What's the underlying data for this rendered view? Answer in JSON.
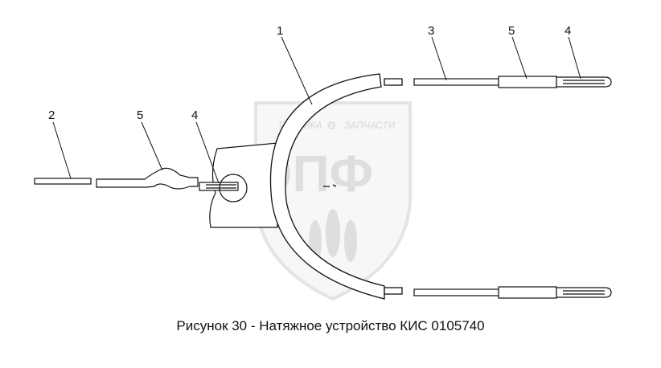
{
  "callouts": {
    "c1": "1",
    "c2": "2",
    "c3": "3",
    "c4_top": "4",
    "c4_left": "4",
    "c5_top": "5",
    "c5_left": "5"
  },
  "caption": "Рисунок 30 - Натяжное устройство КИС 0105740",
  "watermark": {
    "line1": "ТЕХНИКА",
    "line2": "ЗАПЧАСТИ",
    "logo": "ЭПФ",
    "color": "#c9c9c9"
  },
  "colors": {
    "stroke": "#111111",
    "paper": "#ffffff"
  }
}
